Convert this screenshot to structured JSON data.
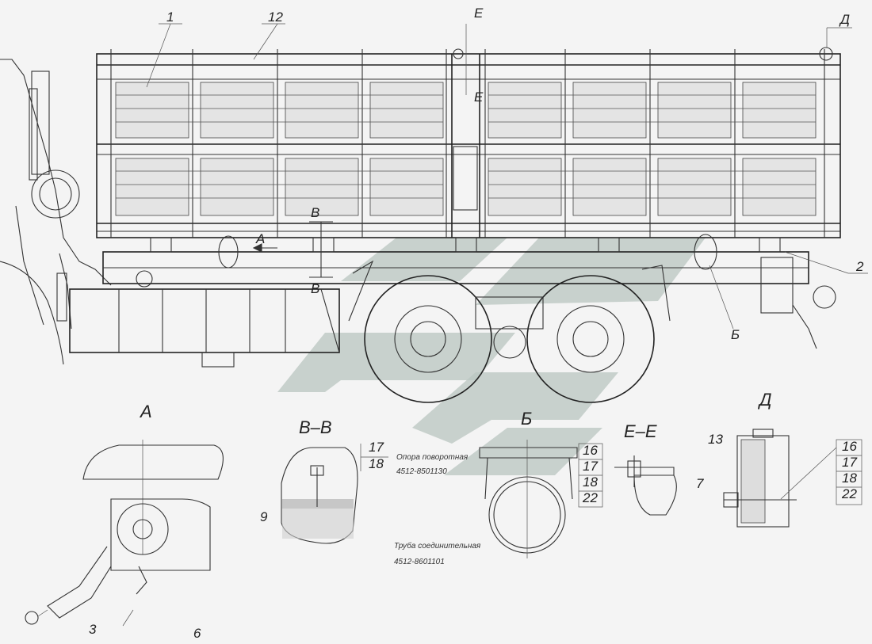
{
  "callouts": {
    "n1": "1",
    "n12": "12",
    "n2": "2",
    "n3": "3",
    "n6": "6",
    "n9": "9",
    "n7": "7",
    "n13": "13"
  },
  "view_marks": {
    "E_top": "Е",
    "E_mid": "Е",
    "D_top": "Д",
    "B_upper": "В",
    "B_lower": "В",
    "A_arrow": "А",
    "Bb_arrow": "Б"
  },
  "section_titles": {
    "A": "А",
    "BB": "В–В",
    "Bb": "Б",
    "EE": "Е–Е",
    "D": "Д"
  },
  "tables": {
    "bb": [
      "17",
      "18"
    ],
    "ee": [
      "16",
      "17",
      "18",
      "22"
    ],
    "d": [
      "16",
      "17",
      "18",
      "22"
    ]
  },
  "notes": {
    "support_name": "Опора поворотная",
    "support_code": "4512-8501130",
    "pipe_name": "Труба соединительная",
    "pipe_code": "4512-8601101"
  },
  "colors": {
    "line": "#333333",
    "background": "#f4f4f4",
    "watermark": "#b9c6c0"
  }
}
